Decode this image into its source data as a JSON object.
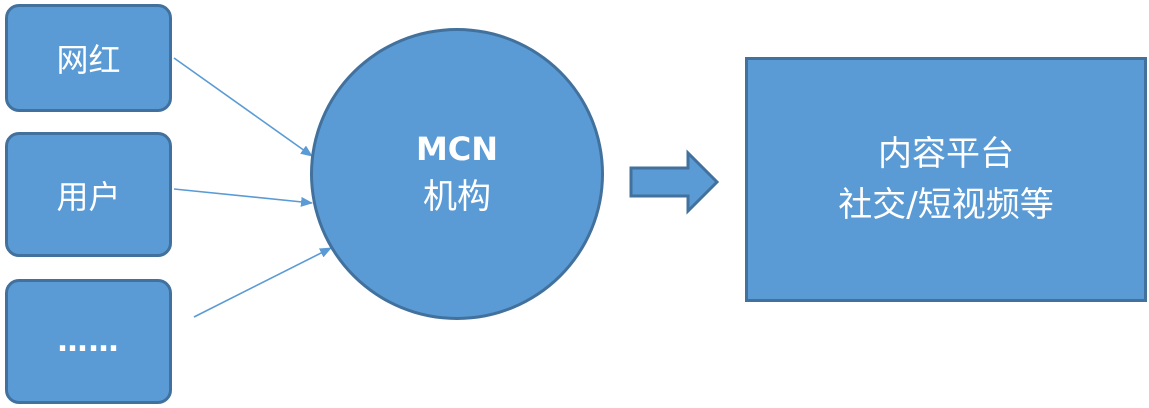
{
  "sources": [
    {
      "label": "网红"
    },
    {
      "label": "用户"
    },
    {
      "label": "……"
    }
  ],
  "hub": {
    "name": "MCN",
    "subtitle": "机构"
  },
  "platform": {
    "title": "内容平台",
    "subtitle": "社交/短视频等"
  },
  "colors": {
    "node_fill": "#5b9bd5",
    "node_border": "#41719c",
    "arrow_line": "#5b9bd5",
    "text": "#ffffff"
  }
}
